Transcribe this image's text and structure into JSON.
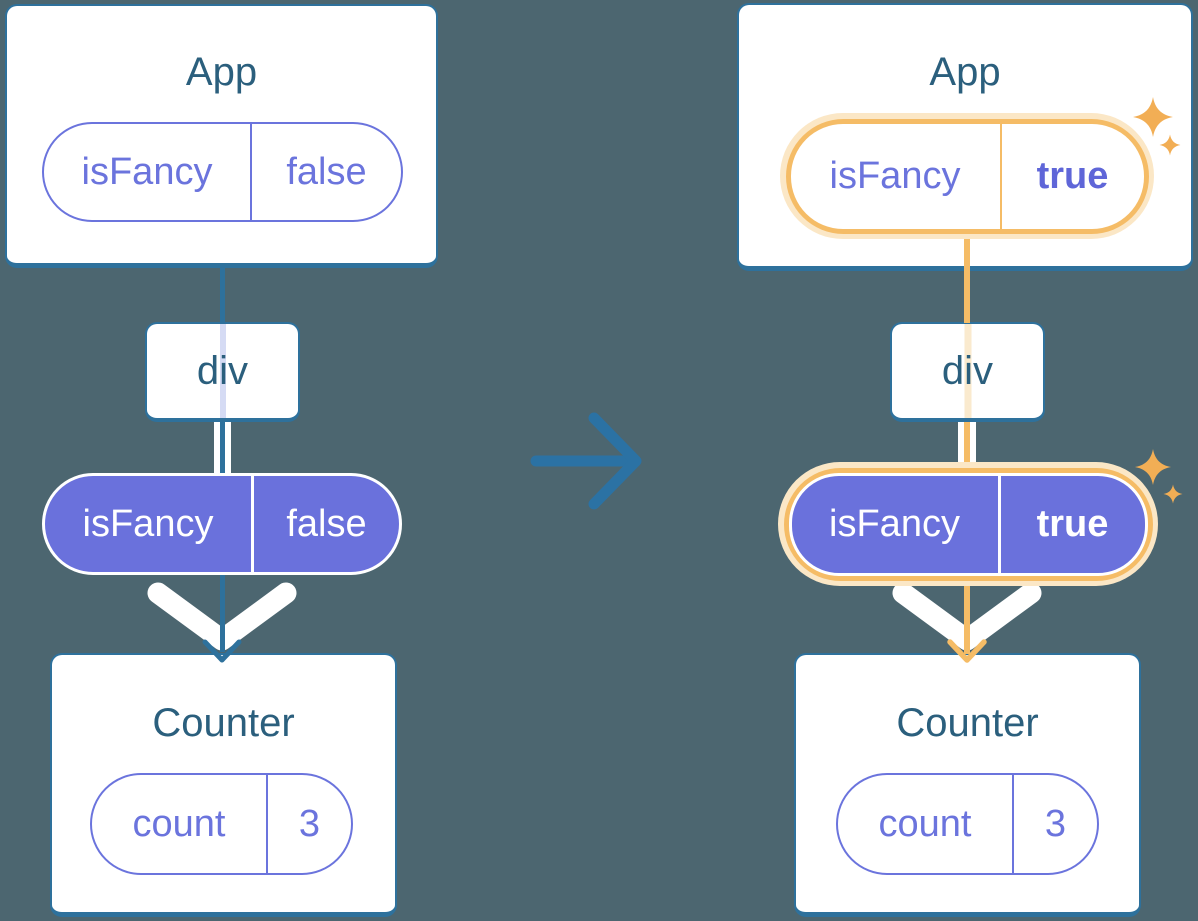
{
  "diagram": {
    "description": "Two React component trees showing a prop flowing from App through div to Counter, before and after isFancy changes",
    "transition": {
      "icon": "right-arrow"
    }
  },
  "colors": {
    "background": "#4C6670",
    "card_bg": "#FFFFFF",
    "card_border": "#2E719C",
    "title_text": "#2B5F7D",
    "purple_fill": "#6A71DC",
    "purple_text": "#6B74DD",
    "purple_bold_text": "#5F66D8",
    "teal_line": "#2E719C",
    "arrow_blue": "#2B72A4",
    "orange": "#F5BC66",
    "orange_glow": "#FBE7C6",
    "sparkle": "#F2AE55",
    "pale_purple_line": "#D5DBF4",
    "pale_orange_line": "#FAEACE",
    "white": "#FFFFFF"
  },
  "icons": {
    "transition_arrow": "right-arrow",
    "flow_arrow": "down-chevron",
    "sparkle": "four-point-star"
  },
  "left_tree": {
    "app": {
      "title": "App",
      "prop": {
        "name": "isFancy",
        "value": "false"
      }
    },
    "div": {
      "label": "div"
    },
    "passed_prop": {
      "name": "isFancy",
      "value": "false"
    },
    "counter": {
      "title": "Counter",
      "state": {
        "name": "count",
        "value": "3"
      }
    }
  },
  "right_tree": {
    "app": {
      "title": "App",
      "prop": {
        "name": "isFancy",
        "value": "true"
      }
    },
    "div": {
      "label": "div"
    },
    "passed_prop": {
      "name": "isFancy",
      "value": "true"
    },
    "counter": {
      "title": "Counter",
      "state": {
        "name": "count",
        "value": "3"
      }
    }
  }
}
